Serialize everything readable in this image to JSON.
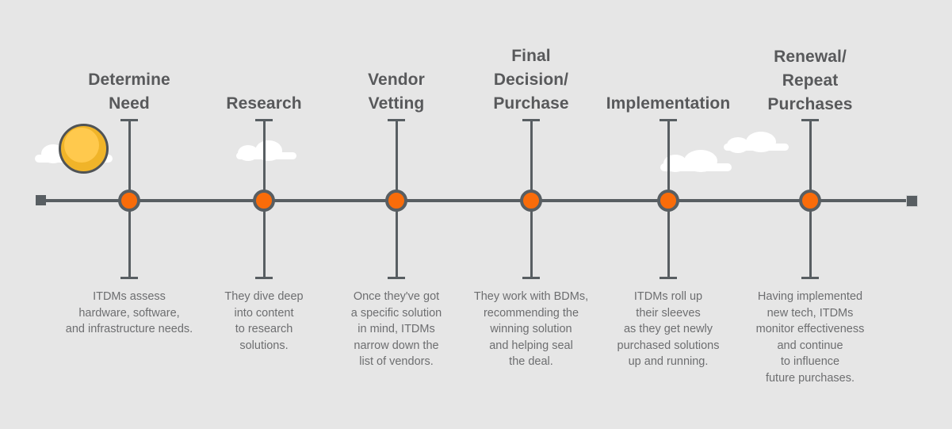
{
  "theme": {
    "background": "#e6e6e6",
    "axis_color": "#585e62",
    "dot_fill": "#f96c0a",
    "dot_ring": "#585e62",
    "heading_color": "#58595b",
    "body_color": "#6d6e70",
    "sun_outer": "#f0b429",
    "sun_inner": "#ffc94d",
    "cloud_color": "#ffffff"
  },
  "timeline": {
    "milestones": [
      {
        "index": 1,
        "heading": "Determine\nNeed",
        "description": "ITDMs assess\nhardware, software,\nand infrastructure needs."
      },
      {
        "index": 2,
        "heading": "Research",
        "description": "They dive deep\ninto content\nto research\nsolutions."
      },
      {
        "index": 3,
        "heading": "Vendor\nVetting",
        "description": "Once they've got\na specific solution\nin mind, ITDMs\nnarrow down the\nlist of vendors."
      },
      {
        "index": 4,
        "heading": "Final\nDecision/\nPurchase",
        "description": "They work with BDMs,\nrecommending the\nwinning solution\nand helping seal\nthe deal."
      },
      {
        "index": 5,
        "heading": "Implementation",
        "description": "ITDMs roll up\ntheir sleeves\nas they get newly\npurchased solutions\nup and running."
      },
      {
        "index": 6,
        "heading": "Renewal/\nRepeat\nPurchases",
        "description": "Having implemented\nnew tech, ITDMs\nmonitor effectiveness\nand continue\nto influence\nfuture purchases."
      }
    ]
  },
  "decorations": {
    "sun": "sun-icon",
    "clouds": [
      "cloud-icon",
      "cloud-icon",
      "cloud-icon",
      "cloud-icon"
    ]
  }
}
